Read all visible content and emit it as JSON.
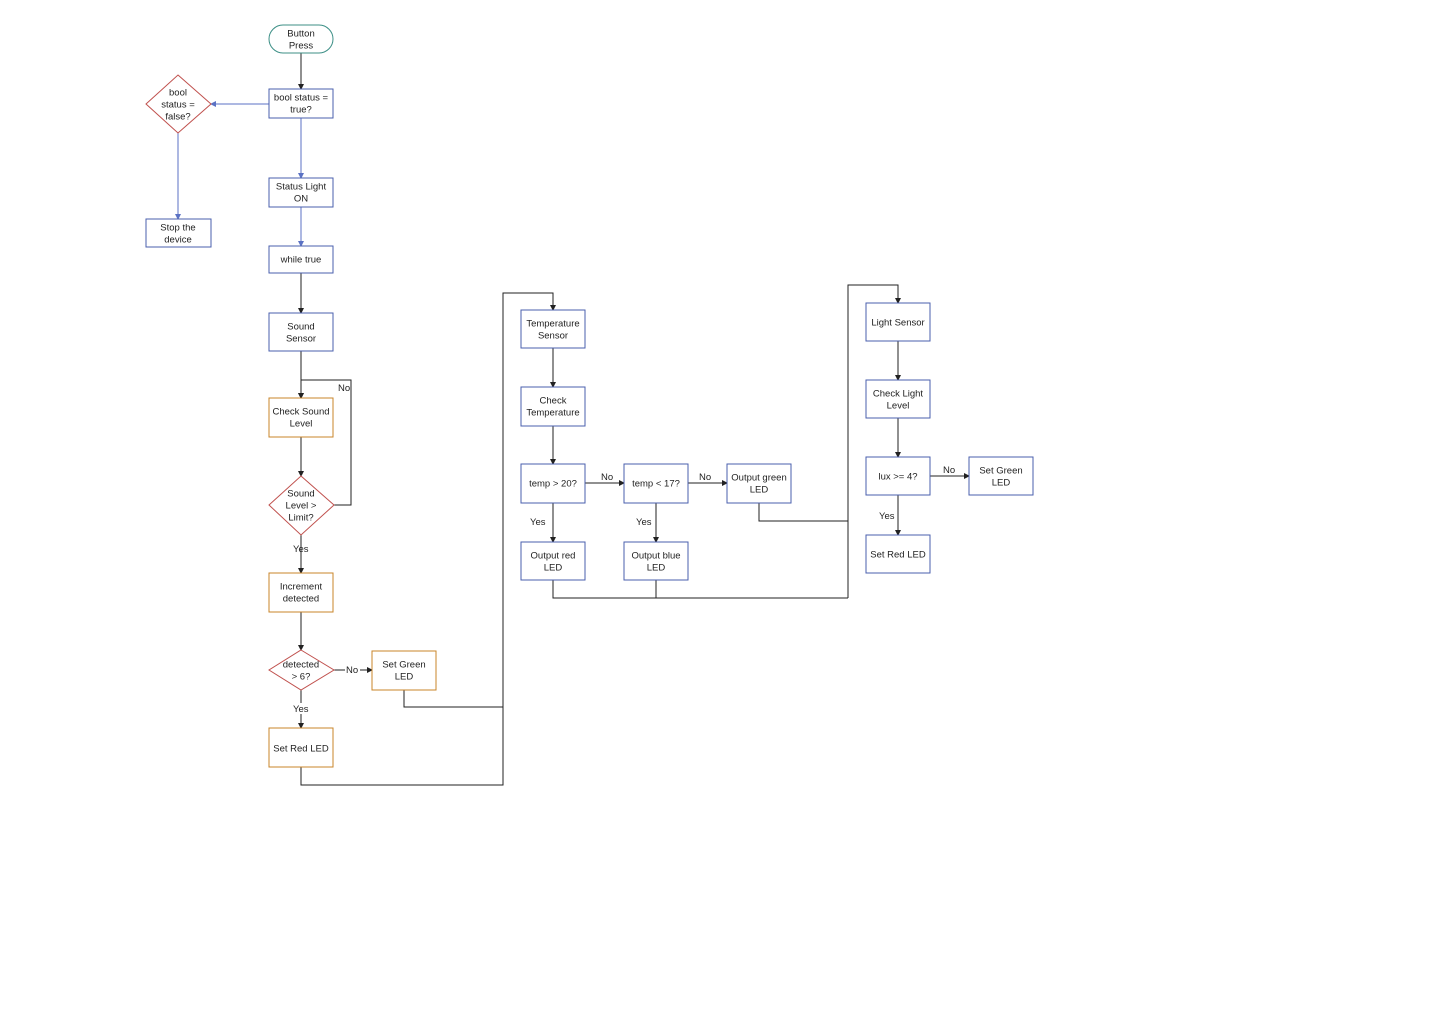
{
  "nodes": {
    "button_press": "Button\nPress",
    "bool_true": "bool status =\ntrue?",
    "bool_false": "bool\nstatus =\nfalse?",
    "stop_device": "Stop the\ndevice",
    "status_light": "Status Light\nON",
    "while_true": "while true",
    "sound_sensor": "Sound\nSensor",
    "check_sound": "Check Sound\nLevel",
    "sound_limit": "Sound\nLevel >\nLimit?",
    "increment": "Increment\ndetected",
    "detected_gt6": "detected\n> 6?",
    "set_green_1": "Set Green\nLED",
    "set_red_1": "Set Red LED",
    "temp_sensor": "Temperature\nSensor",
    "check_temp": "Check\nTemperature",
    "temp_gt20": "temp > 20?",
    "temp_lt17": "temp < 17?",
    "out_green": "Output green\nLED",
    "out_red": "Output red\nLED",
    "out_blue": "Output blue\nLED",
    "light_sensor": "Light Sensor",
    "check_light": "Check Light\nLevel",
    "lux": "lux >= 4?",
    "set_green_2": "Set Green\nLED",
    "set_red_2": "Set Red LED"
  },
  "edge_labels": {
    "sound_no": "No",
    "sound_yes": "Yes",
    "detected_no": "No",
    "detected_yes": "Yes",
    "temp20_no": "No",
    "temp20_yes": "Yes",
    "temp17_no": "No",
    "temp17_yes": "Yes",
    "lux_no": "No",
    "lux_yes": "Yes"
  },
  "colors": {
    "blue": "#4a5fae",
    "orange": "#c8842a",
    "red": "#c0504d",
    "teal": "#3c8f86",
    "line": "#222222",
    "blue_line": "#5b72c4"
  }
}
